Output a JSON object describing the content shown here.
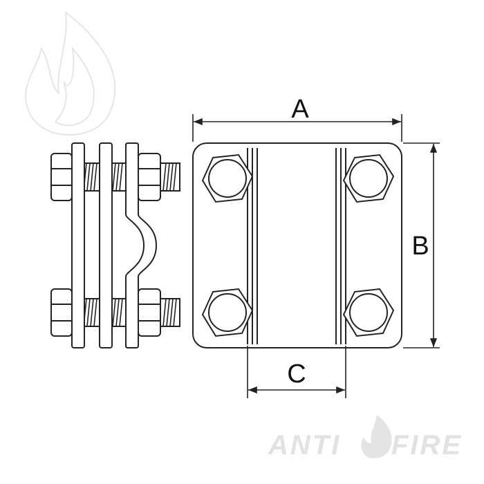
{
  "diagram": {
    "dimension_labels": {
      "a": "A",
      "b": "B",
      "c": "C"
    },
    "views": [
      "side-view",
      "front-view"
    ]
  },
  "watermark": {
    "brand_left": "ANTI",
    "brand_right": "FIRE",
    "icon": "flame-icon",
    "color": "#e2e2e2"
  },
  "colors": {
    "line": "#222222",
    "fill": "#ffffff"
  }
}
